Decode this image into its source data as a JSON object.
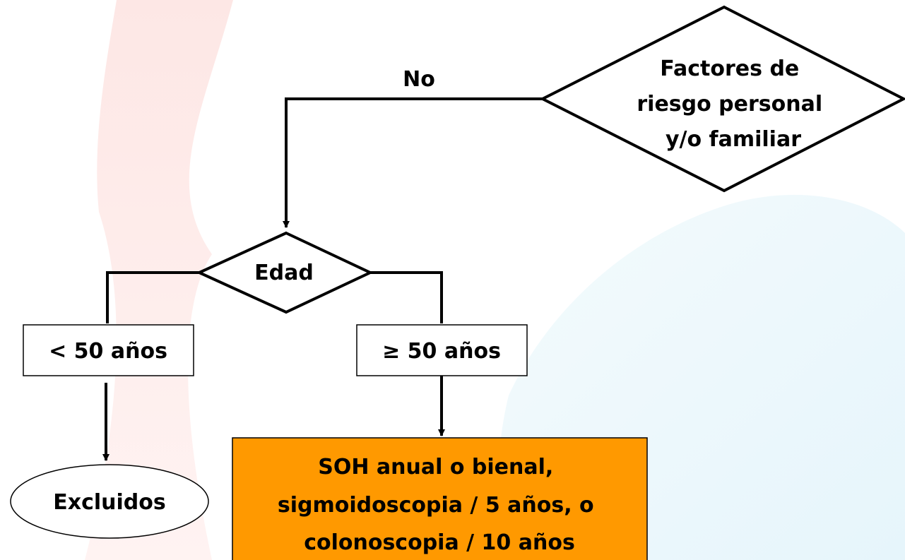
{
  "colors": {
    "background": "#ffffff",
    "line": "#000000",
    "action_box": "#ff9900",
    "watermark_red": "#fde7e5",
    "watermark_blue": "#e9f6fb"
  },
  "edges": {
    "no_label": "No"
  },
  "nodes": {
    "risk_factors": [
      "Factores de",
      "riesgo personal",
      "y/o familiar"
    ],
    "age": "Edad",
    "under_50": "< 50 años",
    "over_50": "≥ 50 años",
    "excluded": "Excluidos",
    "screening": [
      "SOH anual o bienal,",
      "sigmoidoscopia / 5 años, o",
      "colonoscopia / 10 años"
    ]
  }
}
